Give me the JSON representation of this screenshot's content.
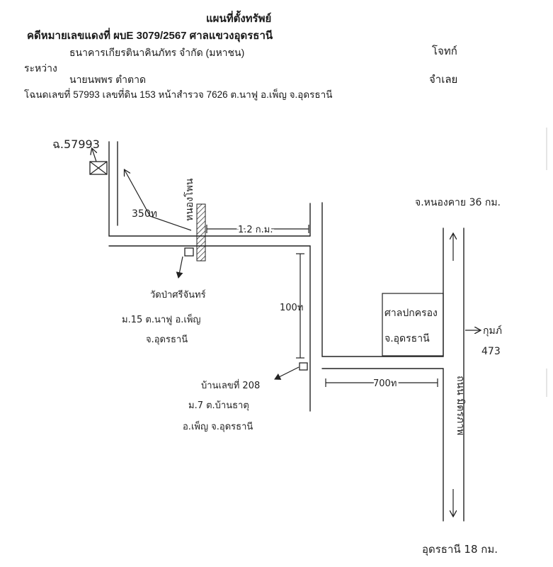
{
  "header": {
    "title": "แผนที่ตั้งทรัพย์",
    "case_line": "คดีหมายเลขแดงที่ ผบE 3079/2567 ศาลแขวงอุดรธานี",
    "plaintiff": "ธนาคารเกียรตินาคินภัทร จำกัด (มหาชน)",
    "plaintiff_role": "โจทก์",
    "between": "ระหว่าง",
    "defendant": "นายนพพร ตำตาด",
    "defendant_role": "จำเลย",
    "deed_line": "โฉนดเลขที่ 57993  เลขที่ดิน 153 หน้าสำรวจ 7626 ต.นาฟู อ.เพ็ญ  จ.อุดรธานี"
  },
  "map": {
    "deed_label": "ฉ.57993",
    "distance_to_deed": "350ท",
    "power_pole_label": "หนองโพน",
    "distance_road_top": "1.2 ก.ม.",
    "temple_name": "วัดป่าศรีจันทร์",
    "temple_addr1": "ม.15 ต.นาฟู อ.เพ็ญ",
    "temple_addr2": "จ.อุดรธานี",
    "distance_vertical": "100ท",
    "house_label": "บ้านเลขที่ 208",
    "house_addr1": "ม.7 ต.บ้านธาตุ",
    "house_addr2": "อ.เพ็ญ  จ.อุดรธานี",
    "office_label1": "ศาลปกครอง",
    "office_label2": "จ.อุดรธานี",
    "distance_bottom": "700ท",
    "north_dest": "จ.หนองคาย 36 กม.",
    "highway_label": "ถนน มิตรภาพ",
    "east_label": "กุมภ์",
    "east_number": "473",
    "south_dest": "อุดรธานี 18 กม."
  }
}
